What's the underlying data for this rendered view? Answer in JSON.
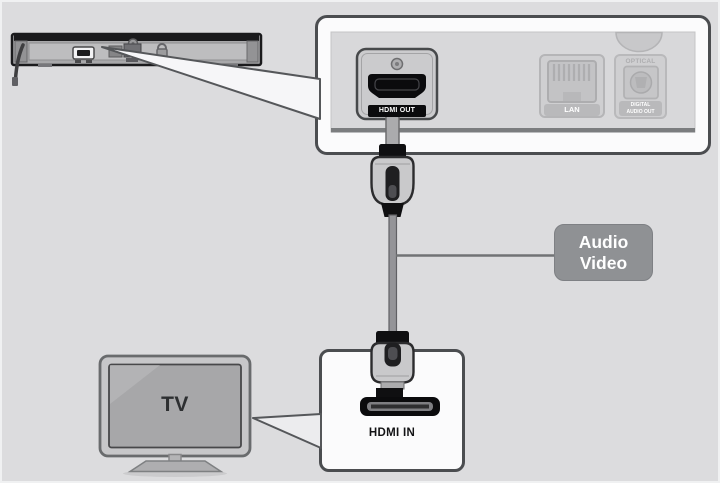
{
  "colors": {
    "background": "#dcdcde",
    "callout_fill": "#fbfbfc",
    "callout_border": "#4b4d50",
    "panel_fill": "#d8d8da",
    "port_black": "#0b0b0d",
    "faint_label_fill": "#b9b9bb",
    "cable_label_fill": "#8f9194",
    "text_light": "#ffffff",
    "text_dark": "#2d2f31"
  },
  "player_callout": {
    "hdmi_out_label": "HDMI OUT",
    "lan_label": "LAN",
    "optical_label": "OPTICAL",
    "optical_sub_line1": "DIGITAL",
    "optical_sub_line2": "AUDIO OUT"
  },
  "cable_label": {
    "line1": "Audio",
    "line2": "Video"
  },
  "tv": {
    "label": "TV"
  },
  "tv_callout": {
    "hdmi_in_label": "HDMI IN"
  },
  "icons": {
    "player_device": "blu-ray-player-rear",
    "hdmi_out_port": "hdmi-port",
    "lan_port": "rj45-jack",
    "optical_port": "optical-audio-jack",
    "hdmi_cable": "hdmi-cable-plug",
    "hdmi_in_port": "hdmi-receptacle",
    "tv": "flat-screen-tv"
  }
}
